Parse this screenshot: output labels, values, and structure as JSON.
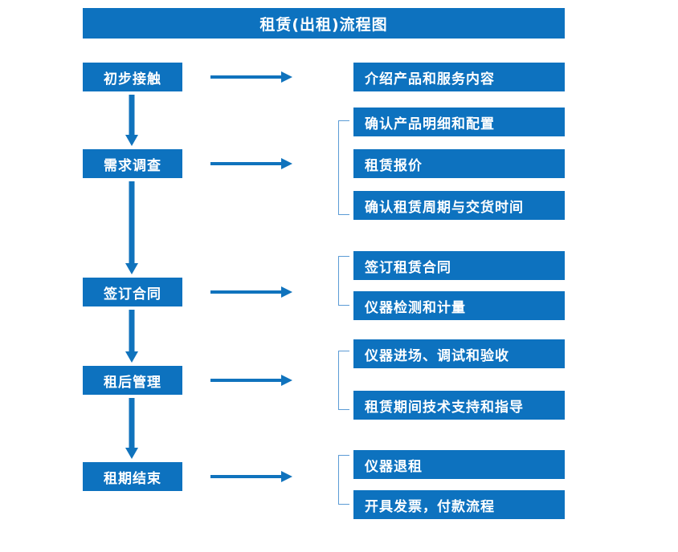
{
  "diagram": {
    "title": "租赁(出租)流程图",
    "theme": {
      "box_fill": "#0d72bf",
      "box_text": "#ffffff",
      "arrow_color": "#1073bd",
      "bracket_color": "#5b9bd5",
      "background": "#ffffff"
    },
    "stages": [
      {
        "label": "初步接触",
        "details": [
          "介绍产品和服务内容"
        ]
      },
      {
        "label": "需求调查",
        "details": [
          "确认产品明细和配置",
          "租赁报价",
          "确认租赁周期与交货时间"
        ]
      },
      {
        "label": "签订合同",
        "details": [
          "签订租赁合同",
          "仪器检测和计量"
        ]
      },
      {
        "label": "租后管理",
        "details": [
          "仪器进场、调试和验收",
          "租赁期间技术支持和指导"
        ]
      },
      {
        "label": "租期结束",
        "details": [
          "仪器退租",
          "开具发票，付款流程"
        ]
      }
    ]
  }
}
